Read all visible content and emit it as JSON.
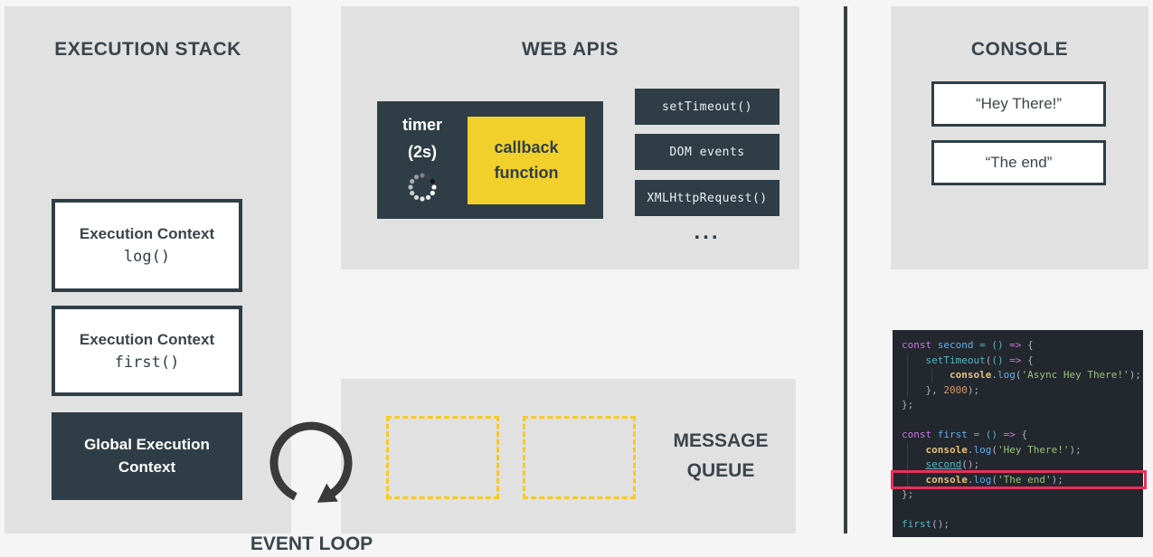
{
  "colors": {
    "panel_gray": "#e1e1e1",
    "dark_slate": "#2f3e46",
    "yellow": "#f2d02b",
    "dashed_yellow": "#f5c926",
    "highlight_red": "#e8305a",
    "title_text": "#3a444b",
    "code_background": "#23272e"
  },
  "execution_stack": {
    "title": "EXECUTION STACK",
    "boxes": [
      {
        "line1": "Execution Context",
        "line2": "log()"
      },
      {
        "line1": "Execution Context",
        "line2": "first()"
      },
      {
        "line1": "Global Execution",
        "line2": "Context"
      }
    ]
  },
  "web_apis": {
    "title": "WEB APIS",
    "timer": {
      "label": "timer",
      "duration": "(2s)",
      "spinner_icon": "loading-spinner"
    },
    "callback": {
      "line1": "callback",
      "line2": "function"
    },
    "buttons": [
      {
        "label": "setTimeout()"
      },
      {
        "label": "DOM events"
      },
      {
        "label": "XMLHttpRequest()"
      }
    ],
    "more": "..."
  },
  "message_queue": {
    "title_line1": "MESSAGE",
    "title_line2": "QUEUE",
    "empty_slots": 2
  },
  "event_loop": {
    "label": "EVENT LOOP",
    "icon": "circular-arrow-clockwise"
  },
  "console_panel": {
    "title": "CONSOLE",
    "outputs": [
      {
        "text": "“Hey There!”"
      },
      {
        "text": "“The end”"
      }
    ]
  },
  "code_editor": {
    "lines": [
      {
        "tokens": [
          {
            "c": "kw",
            "t": "const "
          },
          {
            "c": "fn",
            "t": "second "
          },
          {
            "c": "cy",
            "t": "= "
          },
          {
            "c": "cy",
            "t": "()"
          },
          {
            "c": "pu",
            "t": " "
          },
          {
            "c": "kw",
            "t": "=>"
          },
          {
            "c": "pu",
            "t": " {"
          }
        ]
      },
      {
        "tokens": [
          {
            "c": "pu",
            "t": "    "
          },
          {
            "c": "cy",
            "t": "setTimeout"
          },
          {
            "c": "pu",
            "t": "("
          },
          {
            "c": "cy",
            "t": "()"
          },
          {
            "c": "pu",
            "t": " "
          },
          {
            "c": "kw",
            "t": "=>"
          },
          {
            "c": "pu",
            "t": " {"
          }
        ]
      },
      {
        "tokens": [
          {
            "c": "pu",
            "t": "        "
          },
          {
            "c": "gd",
            "t": "console"
          },
          {
            "c": "pu",
            "t": "."
          },
          {
            "c": "fn",
            "t": "log"
          },
          {
            "c": "pu",
            "t": "("
          },
          {
            "c": "st",
            "t": "'Async Hey There!'"
          },
          {
            "c": "pu",
            "t": ");"
          }
        ]
      },
      {
        "tokens": [
          {
            "c": "pu",
            "t": "    }, "
          },
          {
            "c": "nu",
            "t": "2000"
          },
          {
            "c": "pu",
            "t": ");"
          }
        ]
      },
      {
        "tokens": [
          {
            "c": "pu",
            "t": "};"
          }
        ]
      },
      {
        "tokens": []
      },
      {
        "tokens": [
          {
            "c": "kw",
            "t": "const "
          },
          {
            "c": "fn",
            "t": "first "
          },
          {
            "c": "cy",
            "t": "= "
          },
          {
            "c": "cy",
            "t": "()"
          },
          {
            "c": "pu",
            "t": " "
          },
          {
            "c": "kw",
            "t": "=>"
          },
          {
            "c": "pu",
            "t": " {"
          }
        ]
      },
      {
        "tokens": [
          {
            "c": "pu",
            "t": "    "
          },
          {
            "c": "gd",
            "t": "console"
          },
          {
            "c": "pu",
            "t": "."
          },
          {
            "c": "fn",
            "t": "log"
          },
          {
            "c": "pu",
            "t": "("
          },
          {
            "c": "st",
            "t": "'Hey There!'"
          },
          {
            "c": "pu",
            "t": ");"
          }
        ]
      },
      {
        "tokens": [
          {
            "c": "pu",
            "t": "    "
          },
          {
            "c": "cyu",
            "t": "second"
          },
          {
            "c": "pu",
            "t": "();"
          }
        ]
      },
      {
        "tokens": [
          {
            "c": "pu",
            "t": "    "
          },
          {
            "c": "gd",
            "t": "console"
          },
          {
            "c": "pu",
            "t": "."
          },
          {
            "c": "fn",
            "t": "log"
          },
          {
            "c": "pu",
            "t": "("
          },
          {
            "c": "st",
            "t": "'The end'"
          },
          {
            "c": "pu",
            "t": ");"
          }
        ],
        "highlighted": true
      },
      {
        "tokens": [
          {
            "c": "pu",
            "t": "};"
          }
        ]
      },
      {
        "tokens": []
      },
      {
        "tokens": [
          {
            "c": "cy",
            "t": "first"
          },
          {
            "c": "pu",
            "t": "();"
          }
        ]
      }
    ]
  }
}
